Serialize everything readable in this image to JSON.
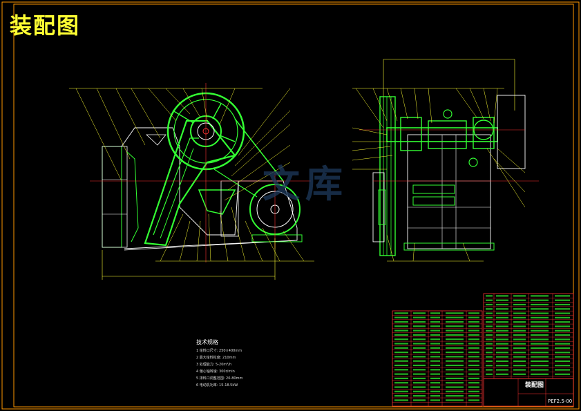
{
  "title": "装配图",
  "tech_requirements": {
    "heading": "技术规格",
    "items": [
      "1 给料口尺寸: 250×400mm",
      "2 最大给料粒度: 210mm",
      "3 处理能力: 5-20m³/h",
      "4 偏心轴转速: 300r/min",
      "5 排料口调整范围: 20-80mm",
      "6 电动机功率: 15-18.5kW"
    ]
  },
  "title_block": {
    "drawing_name": "装配图",
    "drawing_code": "PEF2.5-00"
  },
  "watermark": "文库",
  "colors": {
    "frame": "#ff9900",
    "outline": "#ffffff",
    "part": "#33ff33",
    "center": "#ff3333",
    "leader": "#ffff33",
    "table": "#ff3333",
    "table_text": "#33ff33"
  }
}
